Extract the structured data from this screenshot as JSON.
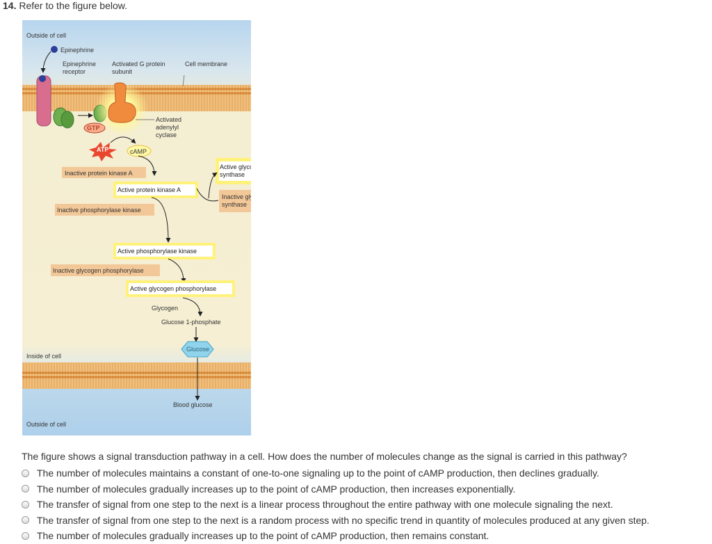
{
  "question": {
    "number": "14.",
    "instruction": "Refer to the figure below.",
    "prompt": "The figure shows a signal transduction pathway in a cell. How does the number of molecules change as the signal is carried in this pathway?",
    "options": [
      "The number of molecules maintains a constant of one-to-one signaling up to the point of cAMP production, then declines gradually.",
      "The number of molecules gradually increases up to the point of cAMP production, then increases exponentially.",
      "The transfer of signal from one step to the next is a linear process throughout the entire pathway with one molecule signaling the next.",
      "The transfer of signal from one step to the next is a random process with no specific trend in quantity of molecules produced at any given step.",
      "The number of molecules gradually increases up to the point of cAMP production, then remains constant."
    ]
  },
  "figure": {
    "outside_top": "Outside of cell",
    "epinephrine": "Epinephrine",
    "receptor_line1": "Epinephrine",
    "receptor_line2": "receptor",
    "gprotein_line1": "Activated G protein",
    "gprotein_line2": "subunit",
    "membrane": "Cell membrane",
    "gtp": "GTP",
    "atp": "ATP",
    "camp": "cAMP",
    "adenylyl_1": "Activated",
    "adenylyl_2": "adenylyl",
    "adenylyl_3": "cyclase",
    "inactive_pka": "Inactive protein kinase A",
    "active_pka": "Active protein kinase A",
    "active_gs_1": "Active glycogen",
    "active_gs_2": "synthase",
    "inactive_gs_1": "Inactive glycogen",
    "inactive_gs_2": "synthase",
    "inactive_phk": "Inactive phosphorylase kinase",
    "active_phk": "Active phosphorylase kinase",
    "inactive_gp": "Inactive glycogen phosphorylase",
    "active_gp": "Active glycogen phosphorylase",
    "glycogen": "Glycogen",
    "g1p": "Glucose 1-phosphate",
    "glucose": "Glucose",
    "inside": "Inside of cell",
    "blood": "Blood glucose",
    "outside_bottom": "Outside of cell",
    "colors": {
      "bg_top": "#b8d6ee",
      "bg_mid": "#f7f0d2",
      "membrane": "#e8a14f",
      "inactive_box": "#f3c898",
      "active_glow": "#fff27a",
      "atp_star": "#e9472d"
    }
  }
}
